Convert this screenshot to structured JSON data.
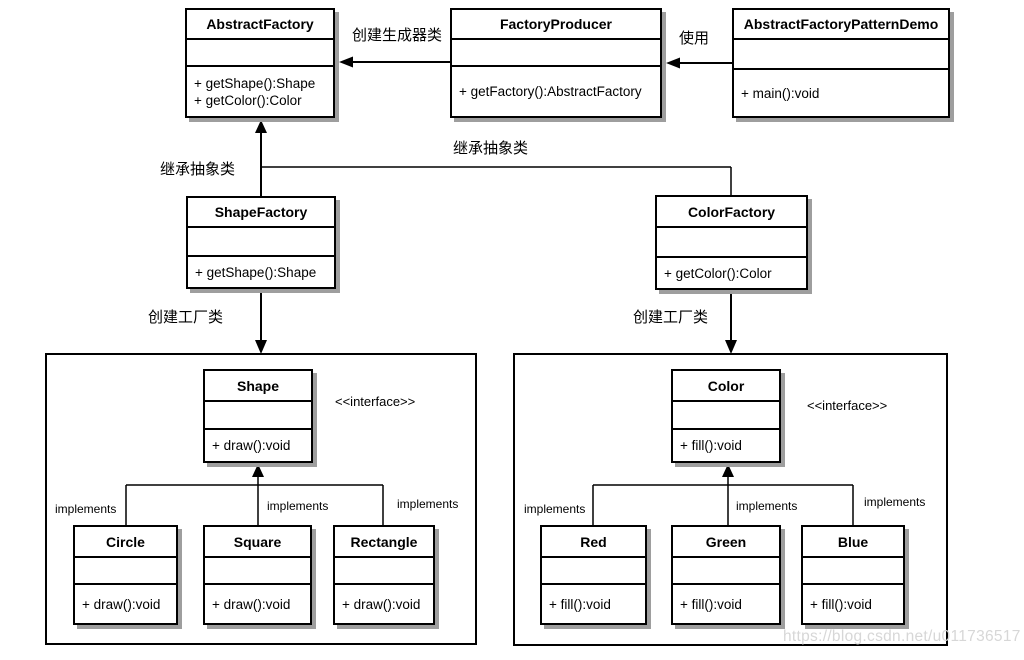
{
  "diagram": {
    "classes": [
      {
        "name": "AbstractFactory",
        "methods": [
          "+ getShape():Shape",
          "+ getColor():Color"
        ]
      },
      {
        "name": "FactoryProducer",
        "methods": [
          "+ getFactory():AbstractFactory"
        ]
      },
      {
        "name": "AbstractFactoryPatternDemo",
        "methods": [
          "+ main():void"
        ]
      },
      {
        "name": "ShapeFactory",
        "methods": [
          "+ getShape():Shape"
        ]
      },
      {
        "name": "ColorFactory",
        "methods": [
          "+ getColor():Color"
        ]
      },
      {
        "name": "Shape",
        "methods": [
          "+ draw():void"
        ]
      },
      {
        "name": "Color",
        "methods": [
          "+ fill():void"
        ]
      },
      {
        "name": "Circle",
        "methods": [
          "+ draw():void"
        ]
      },
      {
        "name": "Square",
        "methods": [
          "+ draw():void"
        ]
      },
      {
        "name": "Rectangle",
        "methods": [
          "+ draw():void"
        ]
      },
      {
        "name": "Red",
        "methods": [
          "+ fill():void"
        ]
      },
      {
        "name": "Green",
        "methods": [
          "+ fill():void"
        ]
      },
      {
        "name": "Blue",
        "methods": [
          "+ fill():void"
        ]
      }
    ],
    "labels": {
      "create_producer": "创建生成器类",
      "use": "使用",
      "inherit_abstract_left": "继承抽象类",
      "inherit_abstract_right": "继承抽象类",
      "create_factory_left": "创建工厂类",
      "create_factory_right": "创建工厂类",
      "interface_left": "<<interface>>",
      "interface_right": "<<interface>>",
      "implements": "implements"
    },
    "watermark": "https://blog.csdn.net/u011736517",
    "colors": {
      "line": "#000000",
      "box_shadow": "#9e9e9e",
      "watermark": "#d7d7d7"
    }
  }
}
